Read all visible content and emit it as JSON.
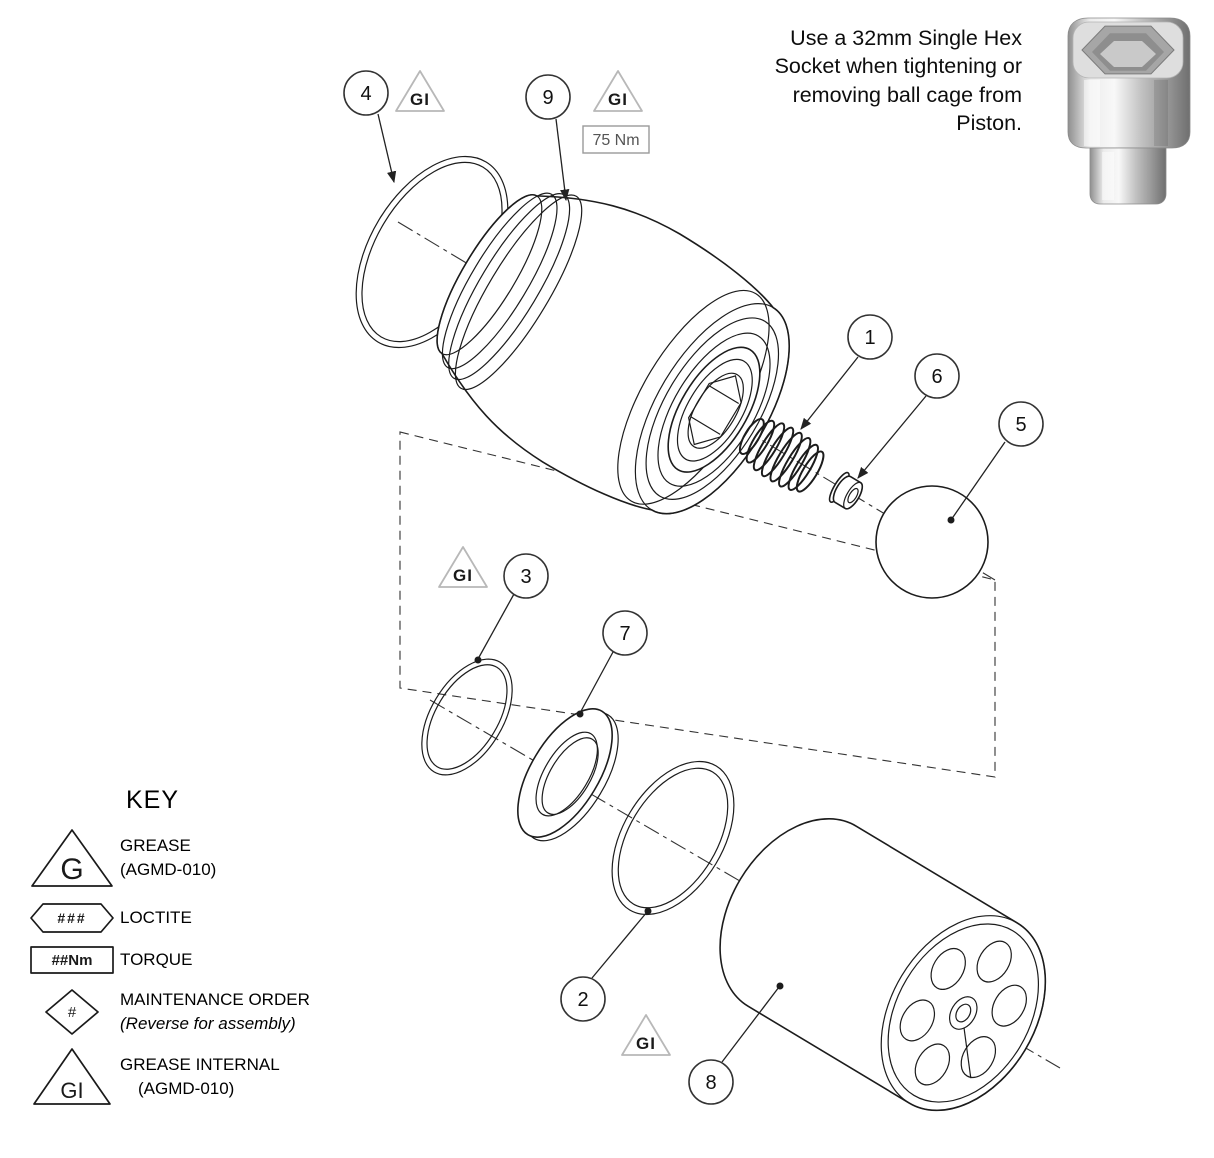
{
  "note": {
    "text": "Use a 32mm Single Hex Socket when tightening or removing ball cage from Piston."
  },
  "symbols": {
    "gi": "GI",
    "torque_value": "75 Nm"
  },
  "callouts": {
    "1": "1",
    "2": "2",
    "3": "3",
    "4": "4",
    "5": "5",
    "6": "6",
    "7": "7",
    "8": "8",
    "9": "9"
  },
  "key": {
    "title": "KEY",
    "items": [
      {
        "symbol": "G",
        "label": "GREASE",
        "sub": "(AGMD-010)"
      },
      {
        "symbol": "###",
        "label": "LOCTITE",
        "sub": ""
      },
      {
        "symbol": "##Nm",
        "label": "TORQUE",
        "sub": ""
      },
      {
        "symbol": "#",
        "label": "MAINTENANCE ORDER",
        "sub": "(Reverse for assembly)"
      },
      {
        "symbol": "GI",
        "label": "GREASE INTERNAL",
        "sub": "(AGMD-010)"
      }
    ]
  },
  "colors": {
    "line": "#1c1c1c",
    "dash": "#333333",
    "gi_triangle": "#b8b8b8",
    "torque_text": "#555555",
    "background": "#ffffff"
  }
}
